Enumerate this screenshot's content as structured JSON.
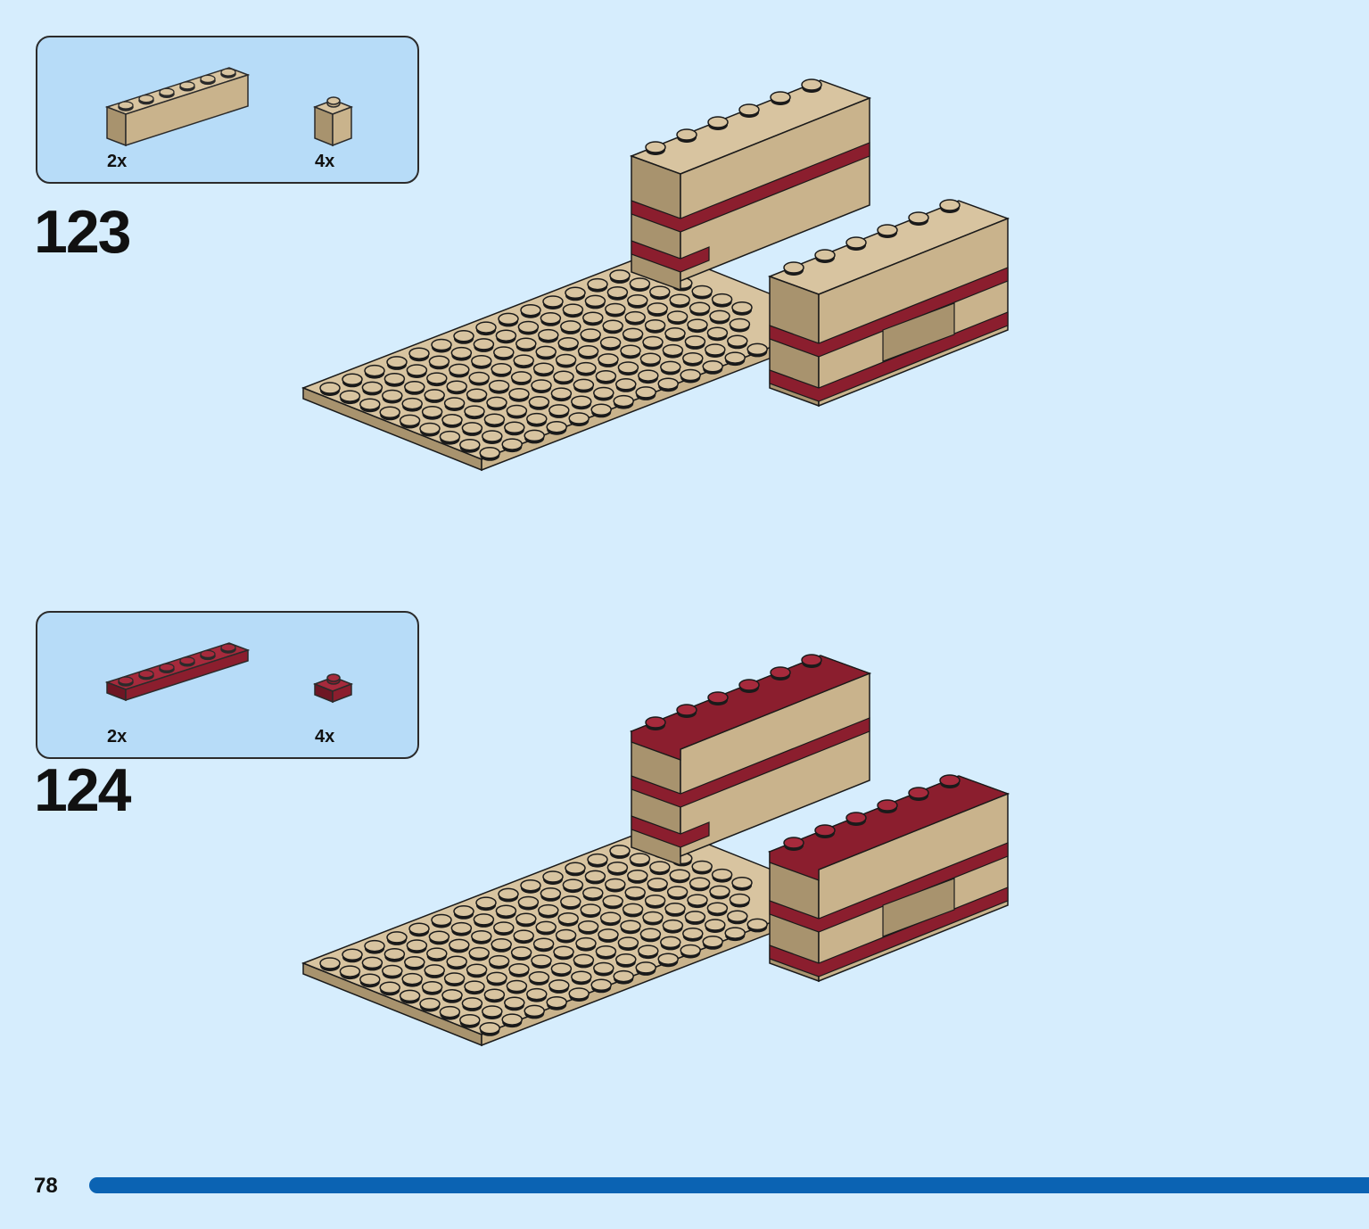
{
  "page": {
    "number": "78",
    "progress_fraction": 1.0,
    "colors": {
      "background": "#d6edfd",
      "parts_box": "#b7dcf8",
      "tan": "#c9b38c",
      "dark_red": "#8b1e2e",
      "progress_bar": "#0b63b3"
    }
  },
  "steps": [
    {
      "number": "123",
      "parts": [
        {
          "icon": "tan-brick-1x6-icon",
          "qty": "2x"
        },
        {
          "icon": "tan-brick-1x1-icon",
          "qty": "4x"
        }
      ]
    },
    {
      "number": "124",
      "parts": [
        {
          "icon": "dark-red-plate-1x6-icon",
          "qty": "2x"
        },
        {
          "icon": "dark-red-plate-1x1-icon",
          "qty": "4x"
        }
      ]
    }
  ]
}
